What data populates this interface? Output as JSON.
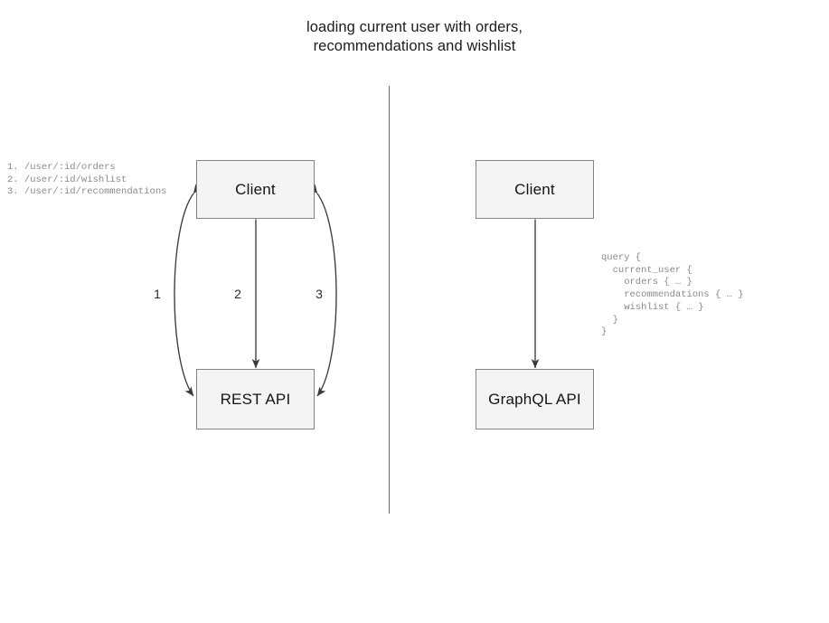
{
  "title": {
    "line1": "loading current user with orders,",
    "line2": "recommendations and wishlist"
  },
  "colors": {
    "node_fill": "#f4f4f4",
    "node_border": "#848484",
    "stroke": "#3a3a3a",
    "divider": "#6e6e6e",
    "code_text": "#8a8a8a",
    "background": "#ffffff"
  },
  "rest_panel": {
    "client_label": "Client",
    "api_label": "REST API",
    "endpoints": "1. /user/:id/orders\n2. /user/:id/wishlist\n3. /user/:id/recommendations",
    "endpoint_list": [
      "1. /user/:id/orders",
      "2. /user/:id/wishlist",
      "3. /user/:id/recommendations"
    ],
    "arrows": [
      {
        "label": "1",
        "shape": "curved-left",
        "bidirectional": true
      },
      {
        "label": "2",
        "shape": "straight",
        "bidirectional": true
      },
      {
        "label": "3",
        "shape": "curved-right",
        "bidirectional": true
      }
    ]
  },
  "graphql_panel": {
    "client_label": "Client",
    "api_label": "GraphQL API",
    "query": "query {\n  current_user {\n    orders { … }\n    recommendations { … }\n    wishlist { … }\n  }\n}",
    "query_lines": [
      "query {",
      "  current_user {",
      "    orders { … }",
      "    recommendations { … }",
      "    wishlist { … }",
      "  }",
      "}"
    ],
    "arrows": [
      {
        "label": "",
        "shape": "straight",
        "bidirectional": true
      }
    ]
  }
}
